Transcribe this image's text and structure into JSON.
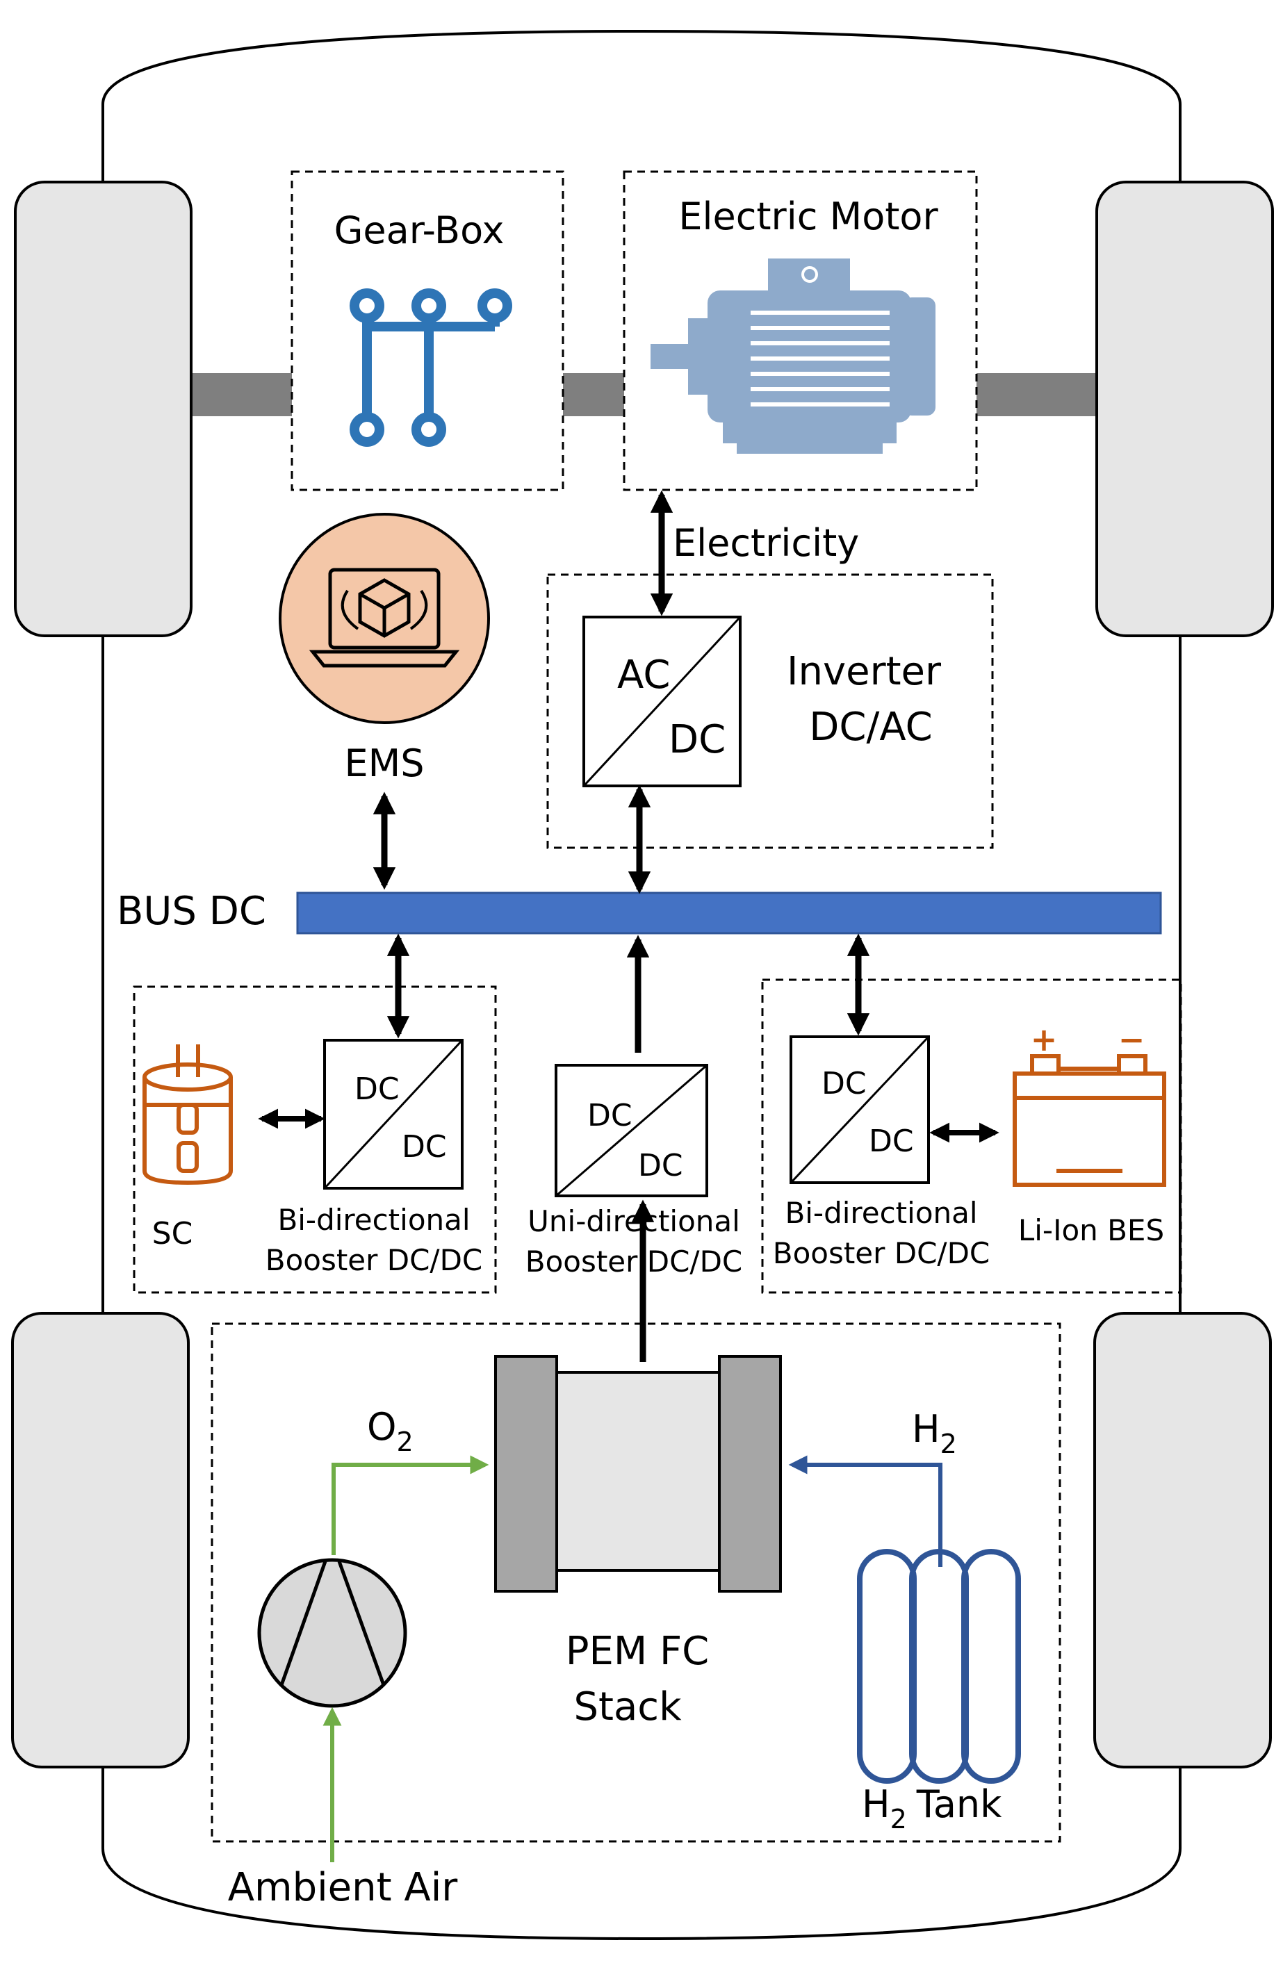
{
  "labels": {
    "gearbox": "Gear-Box",
    "motor": "Electric Motor",
    "electricity": "Electricity",
    "inverter_ac": "AC",
    "inverter_dc": "DC",
    "inverter_l1": "Inverter",
    "inverter_l2": "DC/AC",
    "ems": "EMS",
    "bus": "BUS DC",
    "dc": "DC",
    "sc": "SC",
    "bidir_l1": "Bi-directional",
    "bidir_l2": "Booster DC/DC",
    "unidir_l1": "Uni-directional",
    "unidir_l2": "Booster DC/DC",
    "battery": "Li-Ion BES",
    "o2": "O",
    "h2": "H",
    "sub2": "2",
    "stack_l1": "PEM FC",
    "stack_l2": "Stack",
    "tank_h": "H",
    "tank_word": "Tank",
    "ambient": "Ambient Air",
    "plus": "+",
    "minus": "−"
  },
  "colors": {
    "bus": "#4472c4",
    "motor": "#8eaacb",
    "gearbox": "#2e75b6",
    "ems_fill": "#f4c7a8",
    "orange": "#c55a11",
    "green": "#70ad47",
    "h2_blue": "#2f5597",
    "wheel": "#e6e6e6",
    "shaft": "#7f7f7f",
    "stack": "#a6a6a6"
  }
}
